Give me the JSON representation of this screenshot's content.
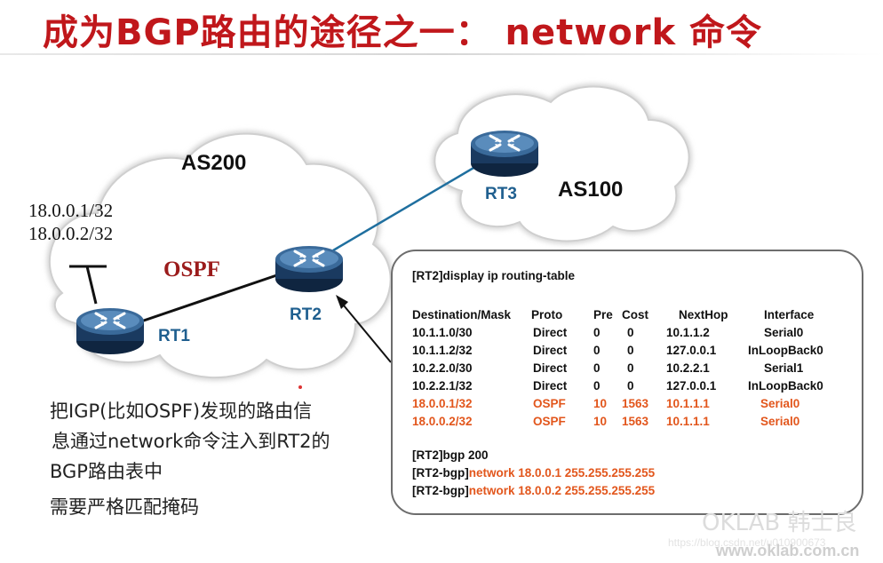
{
  "slide": {
    "title": "成为BGP路由的途径之一： network 命令"
  },
  "diagram": {
    "as_labels": {
      "as200": "AS200",
      "as100": "AS100"
    },
    "routers": {
      "rt1": "RT1",
      "rt2": "RT2",
      "rt3": "RT3"
    },
    "prefixes": [
      "18.0.0.1/32",
      "18.0.0.2/32"
    ],
    "igp_label": "OSPF",
    "colors": {
      "title": "#c0171b",
      "router_label": "#1f5f8f",
      "ospf_label": "#9b1b1b",
      "ebgp_link": "#1f6f9f",
      "highlight": "#e2561c"
    },
    "icons": {
      "router": "router-icon",
      "cloud": "cloud-icon"
    }
  },
  "description": {
    "lines": [
      "把IGP(比如OSPF)发现的路由信",
      "息通过network命令注入到RT2的",
      "BGP路由表中",
      "需要严格匹配掩码"
    ]
  },
  "callout": {
    "display_cmd": "[RT2]display ip routing-table",
    "table": {
      "headers": [
        "Destination/Mask",
        "Proto",
        "Pre",
        "Cost",
        "NextHop",
        "Interface"
      ],
      "rows": [
        [
          "10.1.1.0/30",
          "Direct",
          "0",
          "0",
          "10.1.1.2",
          "Serial0"
        ],
        [
          "10.1.1.2/32",
          "Direct",
          "0",
          "0",
          "127.0.0.1",
          "InLoopBack0"
        ],
        [
          "10.2.2.0/30",
          "Direct",
          "0",
          "0",
          "10.2.2.1",
          "Serial1"
        ],
        [
          "10.2.2.1/32",
          "Direct",
          "0",
          "0",
          "127.0.0.1",
          "InLoopBack0"
        ],
        [
          "18.0.0.1/32",
          "OSPF",
          "10",
          "1563",
          "10.1.1.1",
          "Serial0"
        ],
        [
          "18.0.0.2/32",
          "OSPF",
          "10",
          "1563",
          "10.1.1.1",
          "Serial0"
        ]
      ]
    },
    "bgp_cmd": "[RT2]bgp 200",
    "network_cmds": [
      {
        "prompt": "[RT2-bgp]",
        "command": "network 18.0.0.1 255.255.255.255"
      },
      {
        "prompt": "[RT2-bgp]",
        "command": "network 18.0.0.2 255.255.255.255"
      }
    ]
  },
  "watermark": {
    "brand": "OKLAB 韩士良",
    "blog": "https://blog.csdn.net/u010900673",
    "url": "www.oklab.com.cn"
  }
}
